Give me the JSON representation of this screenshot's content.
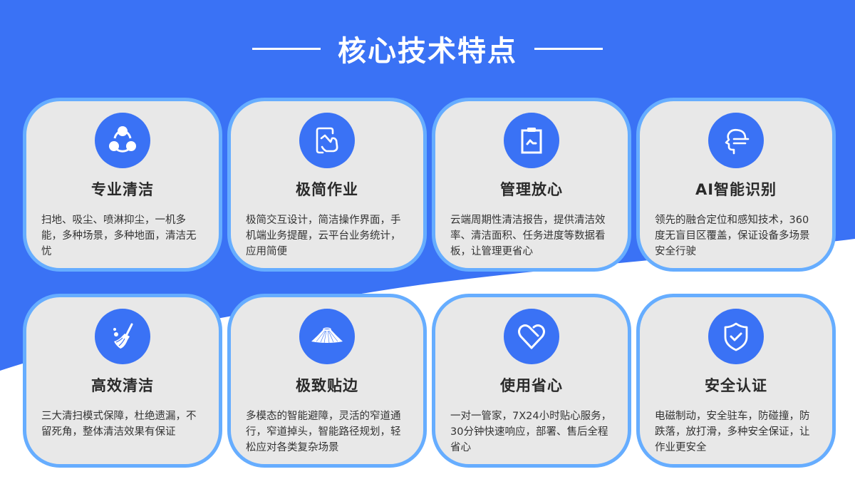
{
  "header": {
    "title": "核心技术特点"
  },
  "colors": {
    "primary_blue": "#3a72f5",
    "card_border": "#66adff",
    "card_bg": "#e8e8e8",
    "text_dark": "#2a2a2a"
  },
  "features": [
    {
      "icon": "share-nodes-icon",
      "title": "专业清洁",
      "description": "扫地、吸尘、喷淋抑尘，一机多能，多种场景，多种地面，清洁无忧"
    },
    {
      "icon": "touch-screen-icon",
      "title": "极简作业",
      "description": "极简交互设计，简洁操作界面，手机端业务提醒，云平台业务统计，应用简便"
    },
    {
      "icon": "clipboard-chart-icon",
      "title": "管理放心",
      "description": "云端周期性清洁报告，提供清洁效率、清洁面积、任务进度等数据看板，让管理更省心"
    },
    {
      "icon": "ai-head-icon",
      "title": "AI智能识别",
      "description": "领先的融合定位和感知技术，360度无盲目区覆盖，保证设备多场景安全行驶"
    },
    {
      "icon": "broom-icon",
      "title": "高效清洁",
      "description": "三大清扫模式保障，杜绝遗漏，不留死角，整体清洁效果有保证"
    },
    {
      "icon": "side-brush-icon",
      "title": "极致贴边",
      "description": "多模态的智能避障，灵活的窄道通行，窄道掉头，智能路径规划，轻松应对各类复杂场景"
    },
    {
      "icon": "heart-icon",
      "title": "使用省心",
      "description": "一对一管家，7X24小时贴心服务，30分钟快速响应，部署、售后全程省心"
    },
    {
      "icon": "shield-check-icon",
      "title": "安全认证",
      "description": "电磁制动，安全驻车，防碰撞，防跌落，放打滑，多种安全保证，让作业更安全"
    }
  ]
}
